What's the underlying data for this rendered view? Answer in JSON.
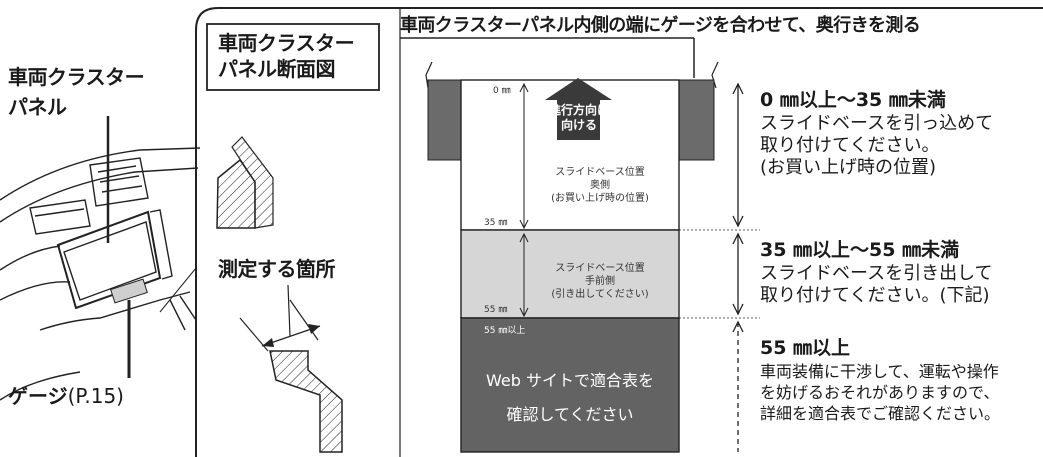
{
  "left": {
    "panel_label": [
      "車両クラスター",
      "パネル"
    ],
    "gauge_label": "ゲージ",
    "gauge_page": "(P.15)"
  },
  "middle": {
    "section_title": [
      "車両クラスター",
      "パネル断面図"
    ],
    "measure_label": "測定する箇所"
  },
  "right": {
    "headline": "車両クラスターパネル内側の端",
    "headline_rest": "にゲージを合わせて、奥行きを測る",
    "zone1": {
      "mark_top": "0 ㎜",
      "arrow_text": [
        "進行方向に",
        "向ける"
      ],
      "caption": [
        "スライドベース位置",
        "奥側",
        "(お買い上げ時の位置)"
      ],
      "mark_bottom": "35 ㎜"
    },
    "zone2": {
      "caption": [
        "スライドベース位置",
        "手前側",
        "(引き出してください)"
      ],
      "mark_bottom": "55 ㎜"
    },
    "zone3": {
      "mark": "55 ㎜以上",
      "text": [
        "Web サイトで適合表を",
        "確認してください"
      ]
    }
  },
  "descriptions": [
    {
      "heading": "0 ㎜以上〜35 ㎜未満",
      "body": "スライドベースを引っ込めて\n取り付けてください。\n(お買い上げ時の位置)"
    },
    {
      "heading": "35 ㎜以上〜55 ㎜未満",
      "body": "スライドベースを引き出して\n取り付けてください。(下記)"
    },
    {
      "heading": "55 ㎜以上",
      "body": "車両装備に干渉して、運転や操作\nを妨げるおそれがありますので、\n詳細を適合表でご確認ください。"
    }
  ],
  "colors": {
    "zone2": "#d6d6d6",
    "zone3": "#636363",
    "pillar": "#6b6b6b"
  }
}
